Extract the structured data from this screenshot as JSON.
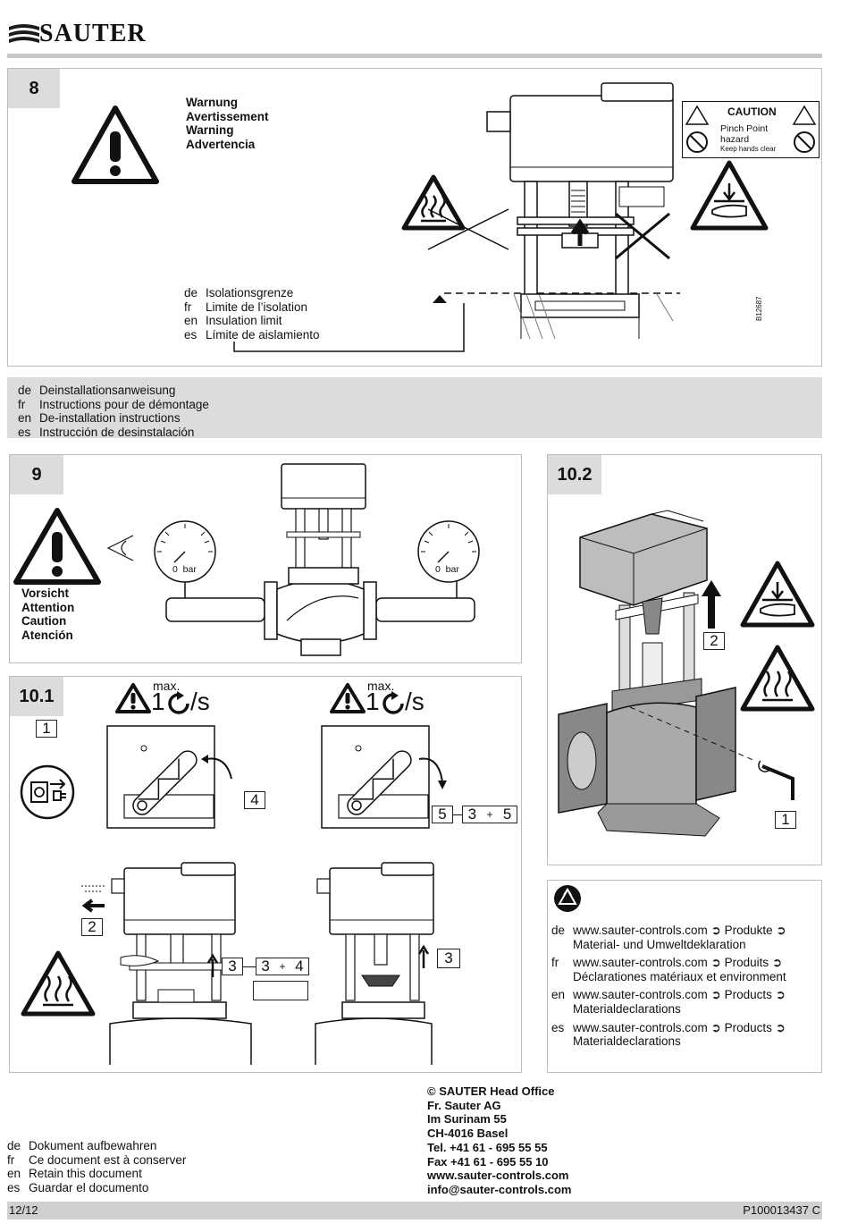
{
  "header": {
    "brand": "SAUTER"
  },
  "section8": {
    "number": "8",
    "warning_lines": [
      "Warnung",
      "Avertissement",
      "Warning",
      "Advertencia"
    ],
    "insulation": [
      {
        "code": "de",
        "text": "Isolationsgrenze"
      },
      {
        "code": "fr",
        "text": "Limite de l’isolation"
      },
      {
        "code": "en",
        "text": "Insulation limit"
      },
      {
        "code": "es",
        "text": "Límite de aislamiento"
      }
    ],
    "figure_code": "B12687",
    "caution_label": {
      "title": "CAUTION",
      "line1": "Pinch Point",
      "line2": "hazard",
      "line3": "Keep hands clear"
    }
  },
  "deinstall": [
    {
      "code": "de",
      "text": "Deinstallationsanweisung"
    },
    {
      "code": "fr",
      "text": "Instructions pour de démontage"
    },
    {
      "code": "en",
      "text": "De-installation instructions"
    },
    {
      "code": "es",
      "text": "Instrucción de desinstalación"
    }
  ],
  "section9": {
    "number": "9",
    "caution_lines": [
      "Vorsicht",
      "Attention",
      "Caution",
      "Atención"
    ],
    "gauge_left": "0  bar",
    "gauge_right": "0  bar"
  },
  "section101": {
    "number": "10.1",
    "max_label_left": "max.",
    "speed_left": "1",
    "unit_left": "/s",
    "max_label_right": "max.",
    "speed_right": "1",
    "unit_right": "/s",
    "step1": "1",
    "step4": "4",
    "step5": "5",
    "step35_a": "3",
    "step35_b": "5",
    "step2": "2",
    "step3a": "3",
    "step34_a": "3",
    "step34_b": "4",
    "step3b": "3"
  },
  "section102": {
    "number": "10.2",
    "step2": "2",
    "step1": "1"
  },
  "declarations": [
    {
      "code": "de",
      "line1": "www.sauter-controls.com ➲ Produkte ➲",
      "line2": "Material- und Umweltdeklaration"
    },
    {
      "code": "fr",
      "line1": "www.sauter-controls.com ➲ Produits  ➲",
      "line2": "Déclarationes matériaux et environment"
    },
    {
      "code": "en",
      "line1": "www.sauter-controls.com ➲ Products ➲",
      "line2": "Materialdeclarations"
    },
    {
      "code": "es",
      "line1": "www.sauter-controls.com ➲ Products ➲",
      "line2": "Materialdeclarations"
    }
  ],
  "retain": [
    {
      "code": "de",
      "text": "Dokument aufbewahren"
    },
    {
      "code": "fr",
      "text": "Ce document est à conserver"
    },
    {
      "code": "en",
      "text": "Retain this document"
    },
    {
      "code": "es",
      "text": "Guardar el documento"
    }
  ],
  "address": [
    "© SAUTER Head Office",
    "Fr. Sauter AG",
    "Im Surinam 55",
    "CH-4016 Basel",
    "Tel. +41 61 - 695 55 55",
    "Fax +41 61 - 695 55 10",
    "www.sauter-controls.com",
    "info@sauter-controls.com"
  ],
  "footer": {
    "page": "12/12",
    "doc_id": "P100013437 C"
  },
  "colors": {
    "panel_tab": "#dcdcdc",
    "rule": "#c8c8c8",
    "footer_bar": "#d0d0d0"
  }
}
